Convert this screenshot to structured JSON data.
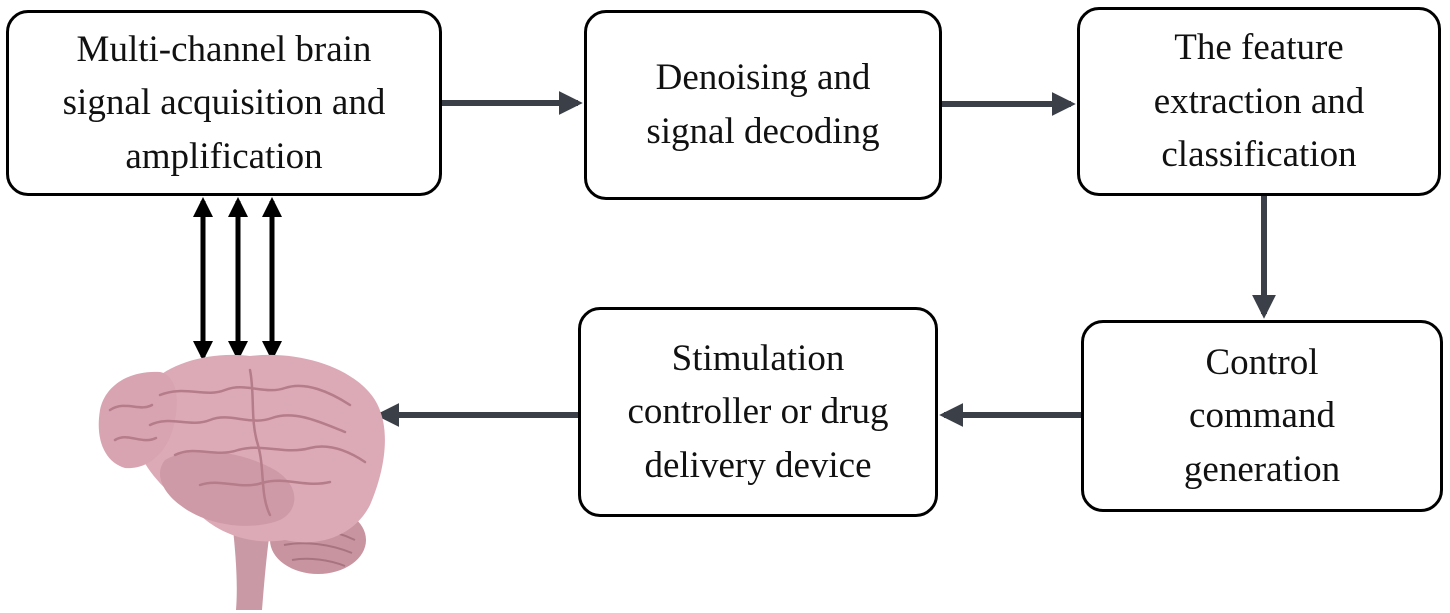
{
  "diagram": {
    "nodes": [
      {
        "id": "acquisition",
        "label": "Multi-channel brain\nsignal acquisition and\namplification"
      },
      {
        "id": "denoising",
        "label": "Denoising and\nsignal decoding"
      },
      {
        "id": "feature",
        "label": "The feature\nextraction and\nclassification"
      },
      {
        "id": "control",
        "label": "Control\ncommand\ngeneration"
      },
      {
        "id": "stimulation",
        "label": "Stimulation\ncontroller or drug\ndelivery device"
      }
    ],
    "edges": [
      {
        "from": "acquisition",
        "to": "denoising"
      },
      {
        "from": "denoising",
        "to": "feature"
      },
      {
        "from": "feature",
        "to": "control"
      },
      {
        "from": "control",
        "to": "stimulation"
      },
      {
        "from": "stimulation",
        "to": "brain"
      },
      {
        "from": "brain",
        "to": "acquisition",
        "bidirectional": true,
        "count": 3
      }
    ],
    "colors": {
      "arrow": "#3b4048",
      "double_arrow": "#000000",
      "box_border": "#000000",
      "brain": "#d9a9b4"
    },
    "icons": [
      "brain-icon"
    ]
  }
}
